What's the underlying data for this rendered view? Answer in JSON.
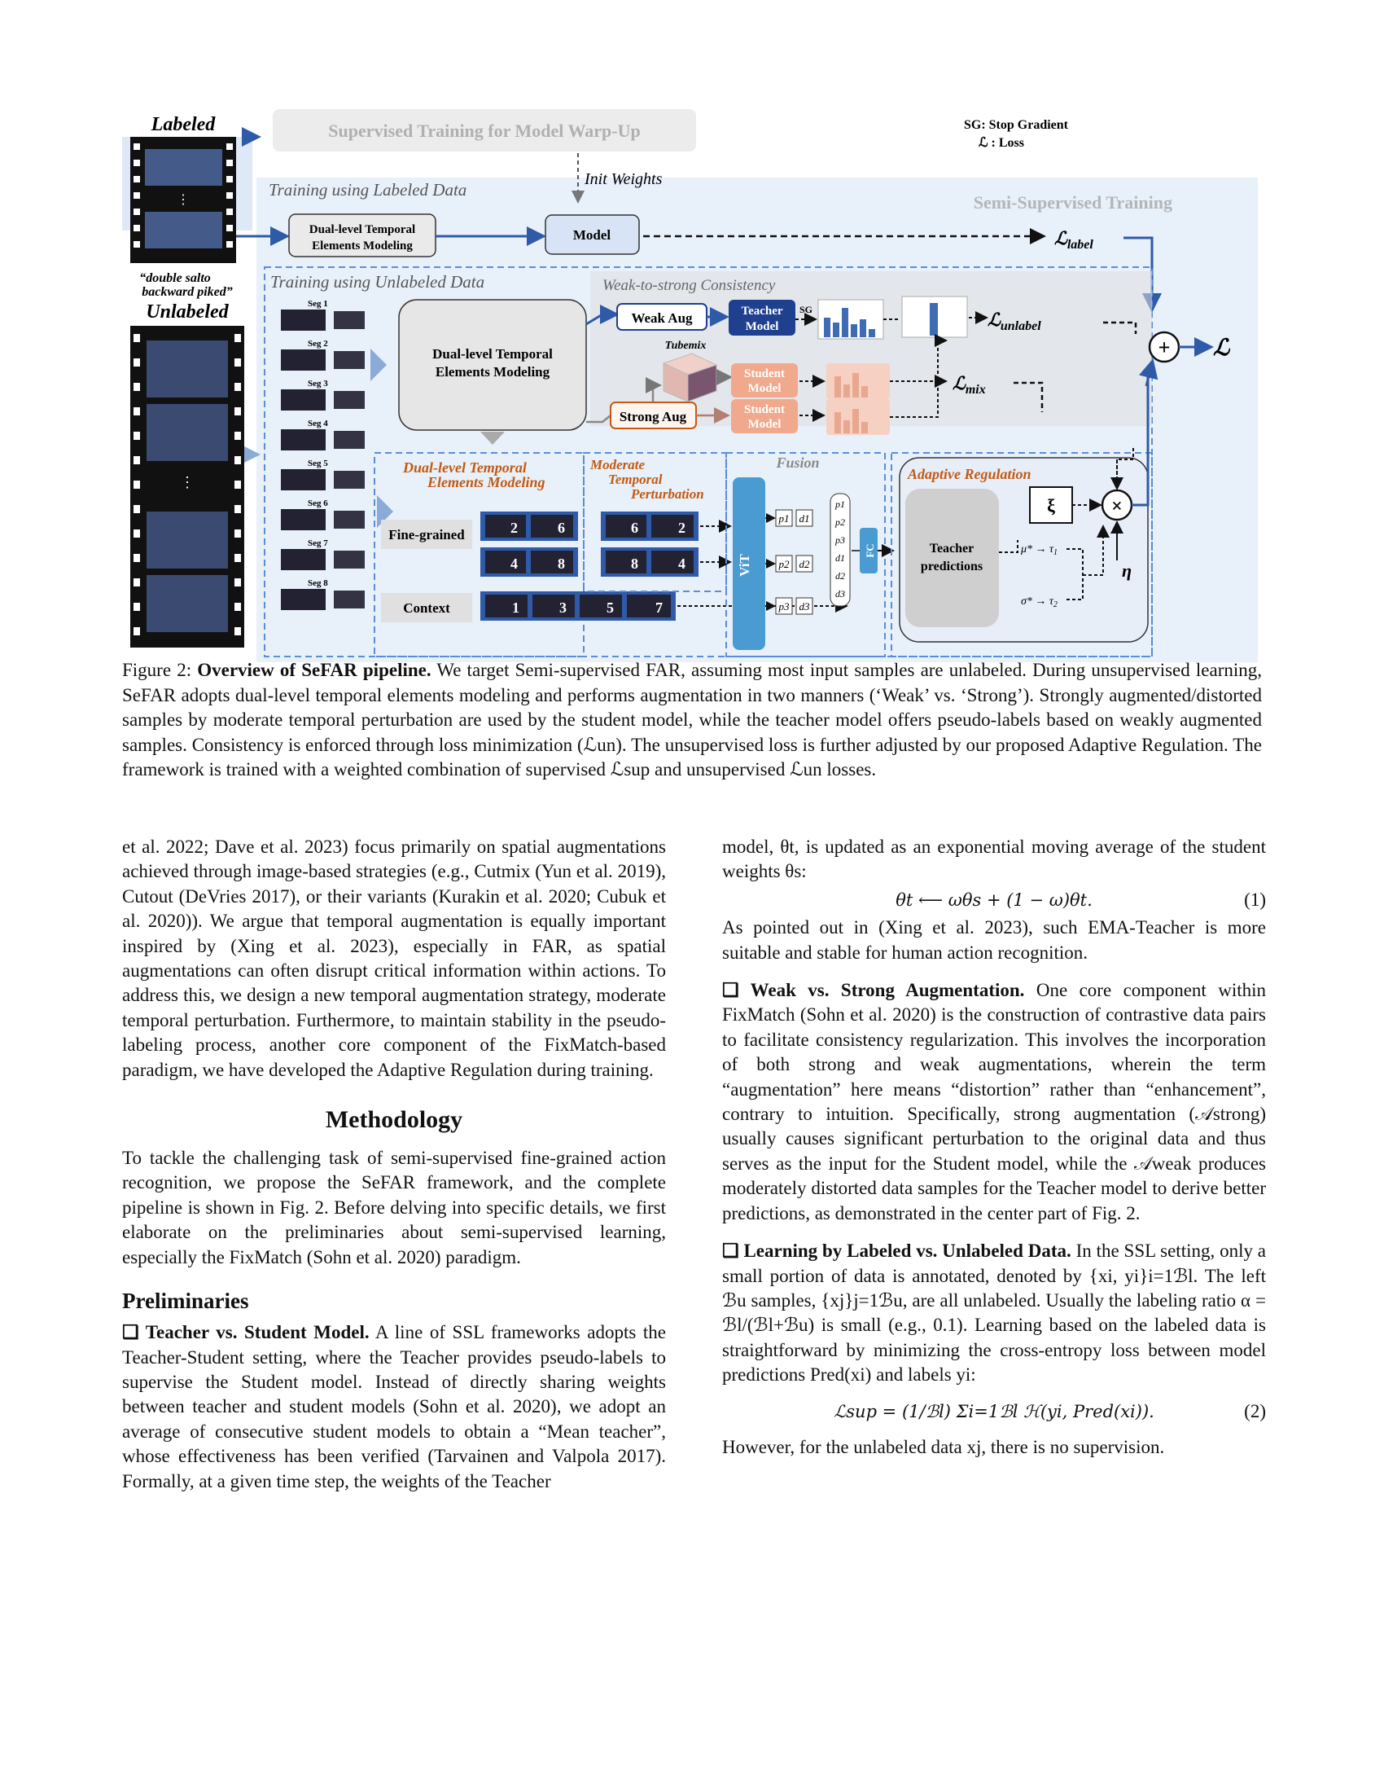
{
  "figure": {
    "labeled_title": "Labeled",
    "labeled_quote": "“double salto backward piked”",
    "unlabeled_title": "Unlabeled",
    "supervised_box": "Supervised Training for Model Warp-Up",
    "init_weights": "Init Weights",
    "sg_legend": "SG: Stop Gradient",
    "loss_legend": "ℒ : Loss",
    "semi_supervised": "Semi-Supervised Training",
    "training_labeled": "Training using Labeled Data",
    "training_unlabeled": "Training using Unlabeled Data",
    "dual_level_small": "Dual-level Temporal Elements Modeling",
    "model": "Model",
    "loss_label": "ℒlabel",
    "loss_unlabel": "ℒunlabel",
    "loss_mix": "ℒmix",
    "loss_total": "ℒ",
    "weak_to_strong": "Weak-to-strong Consistency",
    "weak_aug": "Weak Aug",
    "strong_aug": "Strong Aug",
    "teacher_model": "Teacher Model",
    "student_model": "Student Model",
    "sg": "SG",
    "tubemix": "Tubemix",
    "dual_level_big": "Dual-level Temporal Elements Modeling",
    "dual_level_orange": "Dual-level Temporal Elements Modeling",
    "moderate_perturbation": "Moderate Temporal Perturbation",
    "fusion": "Fusion",
    "adaptive_regulation": "Adaptive Regulation",
    "fine_grained": "Fine-grained",
    "context": "Context",
    "vit": "ViT",
    "fc": "FC",
    "teacher_predictions": "Teacher predictions",
    "xi": "ξ",
    "eta": "η",
    "mu_tau": "μ* → τ1",
    "sigma_tau": "σ* → τ2",
    "segments": [
      "Seg 1",
      "Seg 2",
      "Seg 3",
      "Seg 4",
      "Seg 5",
      "Seg 6",
      "Seg 7",
      "Seg 8"
    ],
    "fine_row1": [
      "2",
      "6"
    ],
    "fine_row2": [
      "4",
      "8"
    ],
    "perturb_row1": [
      "6",
      "2"
    ],
    "perturb_row2": [
      "8",
      "4"
    ],
    "context_row": [
      "1",
      "3",
      "5",
      "7"
    ],
    "p_labels": [
      "p1",
      "p2",
      "p3"
    ],
    "d_labels": [
      "d1",
      "d2",
      "d3"
    ],
    "fusion_stack": [
      "p1",
      "p2",
      "p3",
      "d1",
      "d2",
      "d3"
    ],
    "colors": {
      "blue": "#2f5aa8",
      "dark_blue": "#1f3f8f",
      "orange": "#c25a14",
      "pink": "#f3c6b5",
      "panel": "#e8f0fa"
    }
  },
  "caption": {
    "label": "Figure 2:",
    "bold": "Overview of SeFAR pipeline.",
    "text": " We target Semi-supervised FAR, assuming most input samples are unlabeled. During unsupervised learning, SeFAR adopts dual-level temporal elements modeling and performs augmentation in two manners (‘Weak’ vs. ‘Strong’). Strongly augmented/distorted samples by moderate temporal perturbation are used by the student model, while the teacher model offers pseudo-labels based on weakly augmented samples. Consistency is enforced through loss minimization (ℒun). The unsupervised loss is further adjusted by our proposed Adaptive Regulation. The framework is trained with a weighted combination of supervised ℒsup and unsupervised ℒun losses."
  },
  "left": {
    "para1": "et al. 2022; Dave et al. 2023) focus primarily on spatial augmentations achieved through image-based strategies (e.g., Cutmix (Yun et al. 2019), Cutout (DeVries 2017), or their variants (Kurakin et al. 2020; Cubuk et al. 2020)). We argue that temporal augmentation is equally important inspired by (Xing et al. 2023), especially in FAR, as spatial augmentations can often disrupt critical information within actions. To address this, we design a new temporal augmentation strategy, moderate temporal perturbation. Furthermore, to maintain stability in the pseudo-labeling process, another core component of the FixMatch-based paradigm, we have developed the Adaptive Regulation during training.",
    "methodology_title": "Methodology",
    "para2": "To tackle the challenging task of semi-supervised fine-grained action recognition, we propose the SeFAR framework, and the complete pipeline is shown in Fig. 2. Before delving into specific details, we first elaborate on the preliminaries about semi-supervised learning, especially the FixMatch (Sohn et al. 2020) paradigm.",
    "preliminaries_title": "Preliminaries",
    "teacher_student_head": "❑ Teacher vs. Student Model.",
    "para3": " A line of SSL frameworks adopts the Teacher-Student setting, where the Teacher provides pseudo-labels to supervise the Student model. Instead of directly sharing weights between teacher and student models (Sohn et al. 2020), we adopt an average of consecutive student models to obtain a “Mean teacher”, whose effectiveness has been verified (Tarvainen and Valpola 2017). Formally, at a given time step, the weights of the Teacher"
  },
  "right": {
    "para1": "model, θt, is updated as an exponential moving average of the student weights θs:",
    "eq1": "θt ⟵ ωθs + (1 − ω)θt.",
    "eq1_num": "(1)",
    "para2": "As pointed out in (Xing et al. 2023), such EMA-Teacher is more suitable and stable for human action recognition.",
    "weak_strong_head": "❑ Weak vs. Strong Augmentation.",
    "para3": " One core component within FixMatch (Sohn et al. 2020) is the construction of contrastive data pairs to facilitate consistency regularization. This involves the incorporation of both strong and weak augmentations, wherein the term “augmentation” here means “distortion” rather than “enhancement”, contrary to intuition. Specifically, strong augmentation (𝒜strong) usually causes significant perturbation to the original data and thus serves as the input for the Student model, while the 𝒜weak produces moderately distorted data samples for the Teacher model to derive better predictions, as demonstrated in the center part of Fig. 2.",
    "labeled_unlabeled_head": "❑ Learning by Labeled vs. Unlabeled Data.",
    "para4a": " In the SSL setting, only a small portion of data is annotated, denoted by {xi, yi}i=1ℬl. The left ℬu samples, {xj}j=1ℬu, are all unlabeled. Usually the labeling ratio α = ℬl/(ℬl+ℬu) is small (e.g., 0.1). Learning based on the labeled data is straightforward by minimizing the cross-entropy loss between model predictions Pred(xi) and labels yi:",
    "eq2": "ℒsup = (1/ℬl) Σi=1ℬl ℋ(yi, Pred(xi)).",
    "eq2_num": "(2)",
    "para5": "However, for the unlabeled data xj, there is no supervision."
  }
}
